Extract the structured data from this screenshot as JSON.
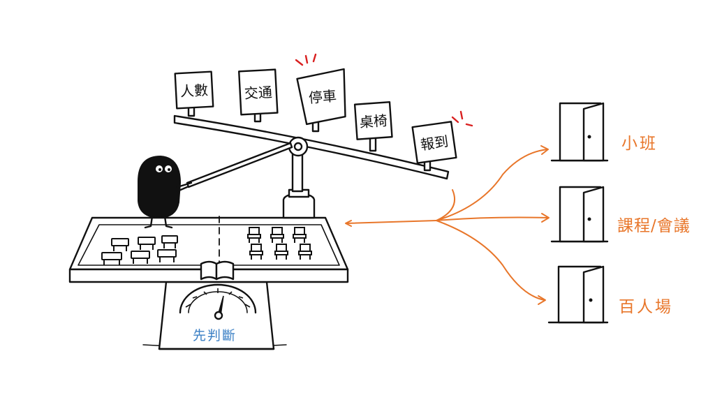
{
  "factors": [
    "人數",
    "交通",
    "停車",
    "桌椅",
    "報到"
  ],
  "scale_label": "先判斷",
  "routes": [
    "小班",
    "課程/會議",
    "百人場"
  ],
  "colors": {
    "ink": "#111111",
    "route": "#e8762a",
    "scale_label": "#3a7fc4",
    "highlight": "#d92020"
  }
}
